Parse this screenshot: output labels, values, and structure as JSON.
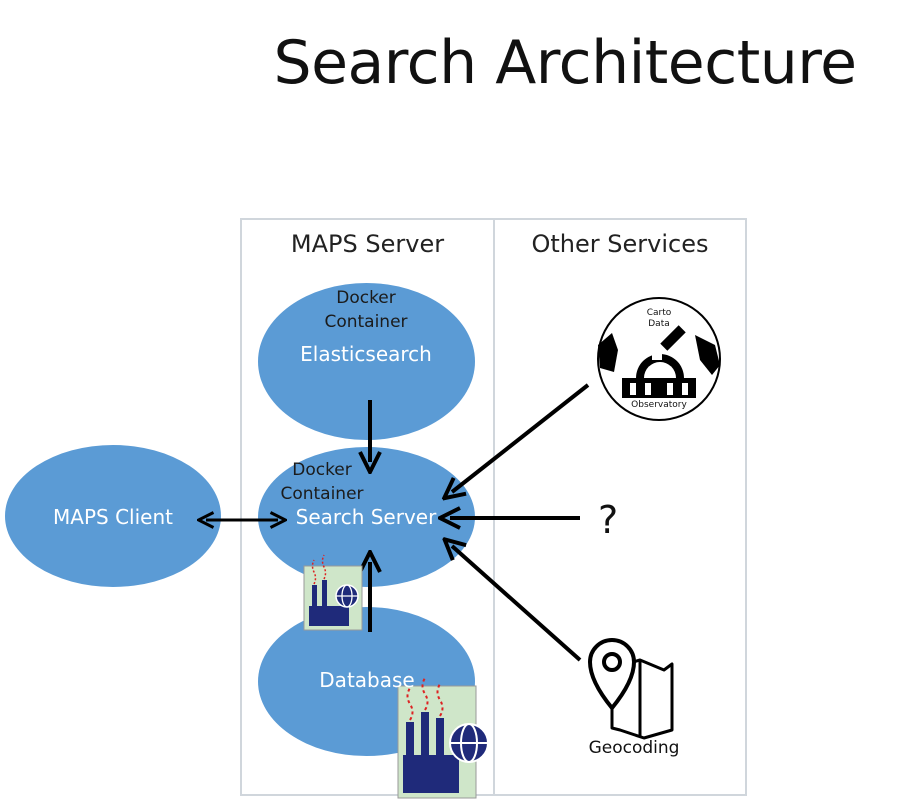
{
  "title": "Search Architecture",
  "panels": {
    "maps_server": "MAPS Server",
    "other_services": "Other Services"
  },
  "nodes": {
    "elasticsearch": {
      "container_line1": "Docker",
      "container_line2": "Container",
      "name": "Elasticsearch"
    },
    "search_server": {
      "container_line1": "Docker",
      "container_line2": "Container",
      "name": "Search Server"
    },
    "database": {
      "name": "Database"
    },
    "maps_client": {
      "name": "MAPS Client"
    },
    "carto_observatory": {
      "line1": "Carto",
      "line2": "Data",
      "line3": "Observatory"
    },
    "unknown_service": {
      "name": "?"
    },
    "geocoding": {
      "name": "Geocoding"
    }
  },
  "colors": {
    "ellipse_fill": "#5b9bd5",
    "panel_border": "#d0d6dc",
    "arrow": "#000000"
  },
  "icons": [
    "carto-observatory-icon",
    "map-pin-icon",
    "database-factory-icon"
  ]
}
